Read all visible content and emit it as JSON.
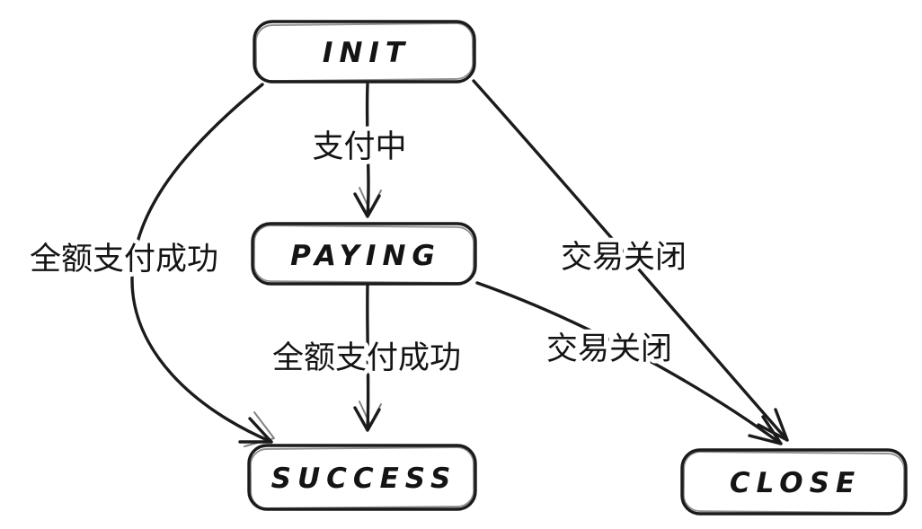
{
  "diagram": {
    "nodes": {
      "init": {
        "label": "INIT"
      },
      "paying": {
        "label": "PAYING"
      },
      "success": {
        "label": "SUCCESS"
      },
      "close": {
        "label": "CLOSE"
      }
    },
    "edges": {
      "init_to_paying": {
        "label": "支付中",
        "from": "INIT",
        "to": "PAYING"
      },
      "init_to_success": {
        "label": "全额支付成功",
        "from": "INIT",
        "to": "SUCCESS"
      },
      "init_to_close": {
        "label": "交易关闭",
        "from": "INIT",
        "to": "CLOSE"
      },
      "paying_to_success": {
        "label": "全额支付成功",
        "from": "PAYING",
        "to": "SUCCESS"
      },
      "paying_to_close": {
        "label": "交易关闭",
        "from": "PAYING",
        "to": "CLOSE"
      }
    },
    "colors": {
      "ink": "#1b1b1b",
      "background": "#ffffff"
    }
  }
}
